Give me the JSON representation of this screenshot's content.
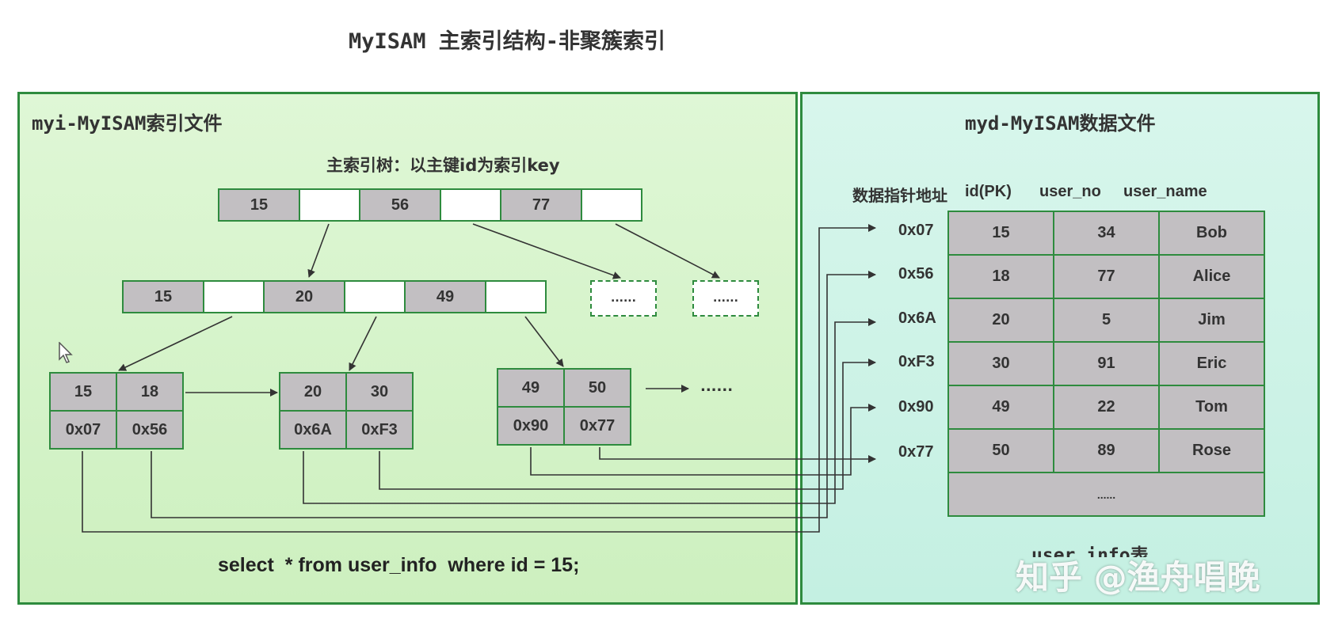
{
  "title": "MyISAM 主索引结构-非聚簇索引",
  "index_file": {
    "title": "myi-MyISAM索引文件",
    "tree_caption": "主索引树：以主键id为索引key",
    "root": [
      "15",
      "56",
      "77"
    ],
    "level2": [
      "15",
      "20",
      "49"
    ],
    "placeholder": "......",
    "leaves": [
      {
        "keys": [
          "15",
          "18"
        ],
        "ptrs": [
          "0x07",
          "0x56"
        ]
      },
      {
        "keys": [
          "20",
          "30"
        ],
        "ptrs": [
          "0x6A",
          "0xF3"
        ]
      },
      {
        "keys": [
          "49",
          "50"
        ],
        "ptrs": [
          "0x90",
          "0x77"
        ]
      }
    ],
    "leaf_more": "......",
    "sql": "select  * from user_info  where id = 15;"
  },
  "data_file": {
    "title": "myd-MyISAM数据文件",
    "headers": [
      "数据指针地址",
      "id(PK)",
      "user_no",
      "user_name"
    ],
    "addresses": [
      "0x07",
      "0x56",
      "0x6A",
      "0xF3",
      "0x90",
      "0x77"
    ],
    "rows": [
      [
        "15",
        "34",
        "Bob"
      ],
      [
        "18",
        "77",
        "Alice"
      ],
      [
        "20",
        "5",
        "Jim"
      ],
      [
        "30",
        "91",
        "Eric"
      ],
      [
        "49",
        "22",
        "Tom"
      ],
      [
        "50",
        "89",
        "Rose"
      ]
    ],
    "more": "......",
    "table_label": "user_info表"
  },
  "watermark": "知乎 @渔舟唱晚",
  "colors": {
    "border": "#2e8b3e",
    "key_cell": "#c2bfc2",
    "left_bg": "#cdf0bf",
    "right_bg": "#c4f0e2"
  }
}
